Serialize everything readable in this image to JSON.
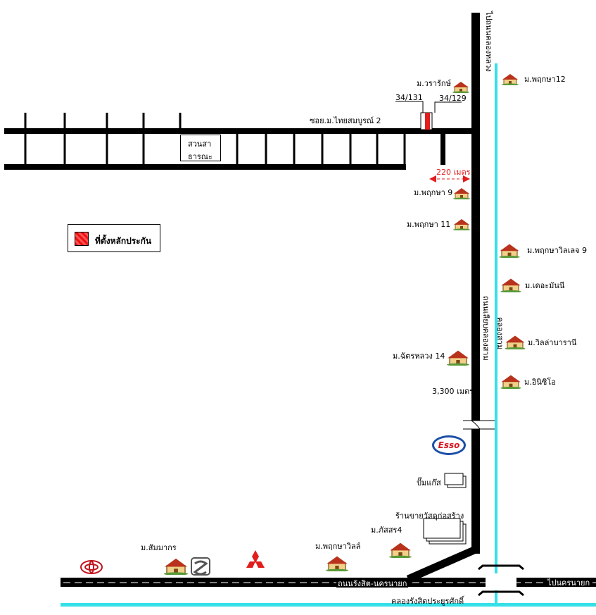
{
  "labels": {
    "soi_thai_somboon": "ซอย.ม.ไทยสมบูรณ์ 2",
    "park_line1": "สวนสา",
    "park_line2": "ธารณะ",
    "lot_a": "34/131",
    "lot_b": "34/129",
    "to_khlong_luang": "ไปถนนคลองหลวง",
    "road_vertical": "ถนนเลียบคลองสาม",
    "canal_vertical": "คลองสาม",
    "dist_220": "220 เมตร",
    "dist_3300": "3,300 เมตร",
    "gas_station": "ปั๊มแก๊ส",
    "construction_shop": "ร้านขายวัสดุก่อสร้าง",
    "main_road": "ถนนรังสิต-นครนายก",
    "to_nakhon_nayok": "ไปนครนายก",
    "canal_bottom": "คลองรังสิตประยูรศักดิ์",
    "esso": "Esso"
  },
  "villages": {
    "worarak": "ม.วรารักษ์",
    "pruksa12": "ม.พฤกษา12",
    "pruksa9": "ม.พฤกษา 9",
    "pruksa11": "ม.พฤกษา 11",
    "pruksa_ville9": "ม.พฤกษาวิลเลจ 9",
    "the_money": "ม.เดอะมันนี",
    "villa_baranee": "ม.วิลล่าบารานี",
    "inizio": "ม.อินิซิโอ",
    "chatluang14": "ม.ฉัตรหลวง 14",
    "passorn4": "ม.ภัสสร4",
    "pruksa_ville": "ม.พฤกษาวิลล์",
    "sammakorn": "ม.สัมมากร"
  },
  "legend": {
    "label": "ที่ตั้งหลักประกัน"
  },
  "colors": {
    "road": "#000000",
    "canal": "#36e0e8",
    "property": "#e11d1d",
    "esso_blue": "#1d4fa8",
    "esso_red": "#d6161e"
  },
  "icons": {
    "house": "house-icon",
    "toyota": "toyota-logo-icon",
    "mitsubishi": "mitsubishi-logo-icon",
    "bank": "bank-logo-icon"
  }
}
